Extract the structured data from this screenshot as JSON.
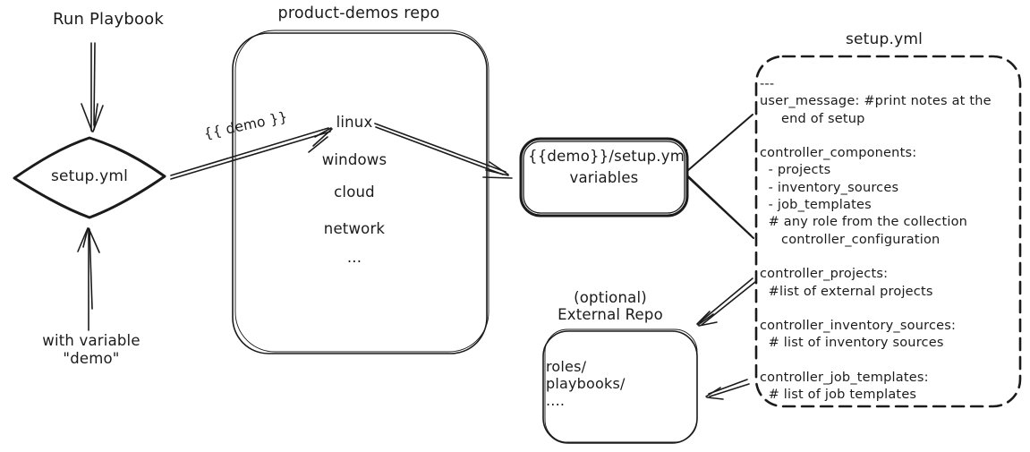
{
  "colors": {
    "ink": "#1b1b1b",
    "background": "#ffffff"
  },
  "left_flow": {
    "run_playbook_label": "Run Playbook",
    "diamond_label": "setup.yml",
    "with_variable_lines": [
      "with variable",
      "\"demo\""
    ]
  },
  "repo": {
    "title": "product-demos repo",
    "arrow_label": "{{ demo }}",
    "items": [
      "linux",
      "windows",
      "cloud",
      "network",
      "..."
    ]
  },
  "variables_box": {
    "lines": [
      "{{demo}}/setup.yml",
      "variables"
    ]
  },
  "setup_yml": {
    "title": "setup.yml",
    "lines": [
      "---",
      "user_message: #print notes at the",
      "     end of setup",
      "",
      "controller_components:",
      "  - projects",
      "  - inventory_sources",
      "  - job_templates",
      "  # any role from the collection",
      "     controller_configuration",
      "",
      "controller_projects:",
      "  #list of external projects",
      "",
      "controller_inventory_sources:",
      "  # list of inventory sources",
      "",
      "controller_job_templates:",
      "  # list of job templates"
    ]
  },
  "external_repo": {
    "optional_label": "(optional)",
    "title": "External Repo",
    "lines": [
      "roles/",
      "playbooks/",
      "...."
    ]
  }
}
